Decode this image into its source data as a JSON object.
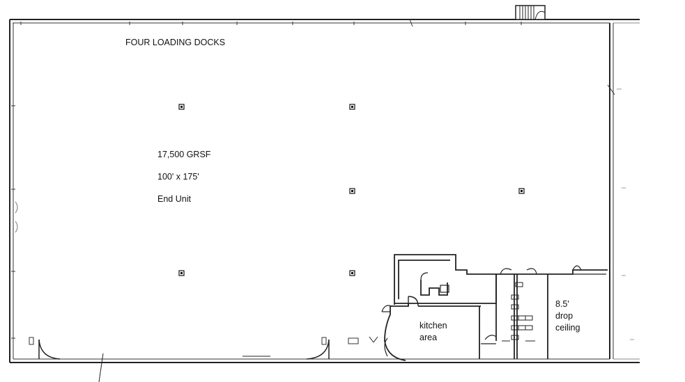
{
  "labels": {
    "docks": "FOUR LOADING DOCKS",
    "area": "17,500 GRSF",
    "dimensions": "100' x 175'",
    "unit": "End Unit",
    "kitchen_line1": "kitchen",
    "kitchen_line2": "area",
    "ceiling_line1": "8.5'",
    "ceiling_line2": "drop",
    "ceiling_line3": "ceiling"
  },
  "colors": {
    "walls": "#222222",
    "text": "#111111",
    "background": "#ffffff"
  }
}
